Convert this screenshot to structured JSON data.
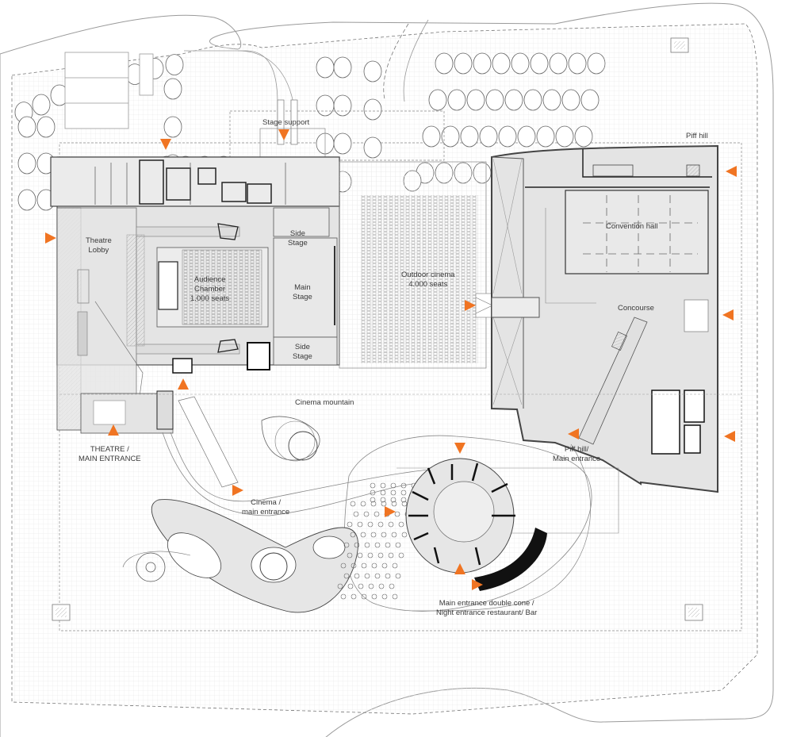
{
  "title": "Site plan – theatre, outdoor cinema and convention centre",
  "colors": {
    "entrance_marker": "#F07422",
    "building_fill": "#E4E4E4",
    "wall": "#3A3A3A",
    "grid": "#E2E2E2",
    "text": "#3A3A3A"
  },
  "labels": {
    "stage_support": "Stage support",
    "piff_hill": "Piff hill",
    "theatre_lobby": "Theatre\nLobby",
    "side_stage_top": "Side\nStage",
    "main_stage": "Main\nStage",
    "side_stage_bottom": "Side\nStage",
    "audience_chamber": "Audience\nChamber\n1.000 seats",
    "outdoor_cinema": "Outdoor cinema\n4.000 seats",
    "convention_hall": "Convention hall",
    "concourse": "Concourse",
    "cinema_mountain": "Cinema mountain",
    "theatre_main_entrance": "THEATRE /\nMAIN ENTRANCE",
    "piff_hill_main_entrance": "Piff hill/\nMain entrance",
    "cinema_main_entrance": "Cinema /\nmain entrance",
    "double_cone_entrance": "Main entrance double cone /\nNight entrance restaurant/ Bar"
  },
  "entrance_markers": [
    {
      "id": "theatre-top",
      "direction": "down"
    },
    {
      "id": "stage-support",
      "direction": "down"
    },
    {
      "id": "theatre-lobby-west",
      "direction": "right"
    },
    {
      "id": "outdoor-cinema",
      "direction": "right"
    },
    {
      "id": "theatre-south",
      "direction": "up"
    },
    {
      "id": "theatre-main",
      "direction": "up"
    },
    {
      "id": "cinema-main",
      "direction": "right"
    },
    {
      "id": "cone-north",
      "direction": "down"
    },
    {
      "id": "cone-west",
      "direction": "right"
    },
    {
      "id": "cone-south",
      "direction": "up"
    },
    {
      "id": "cone-bar",
      "direction": "right"
    },
    {
      "id": "piff-hill-main",
      "direction": "left"
    },
    {
      "id": "convention-east-top",
      "direction": "left"
    },
    {
      "id": "convention-east-mid",
      "direction": "left"
    },
    {
      "id": "convention-east-bottom",
      "direction": "left"
    }
  ]
}
